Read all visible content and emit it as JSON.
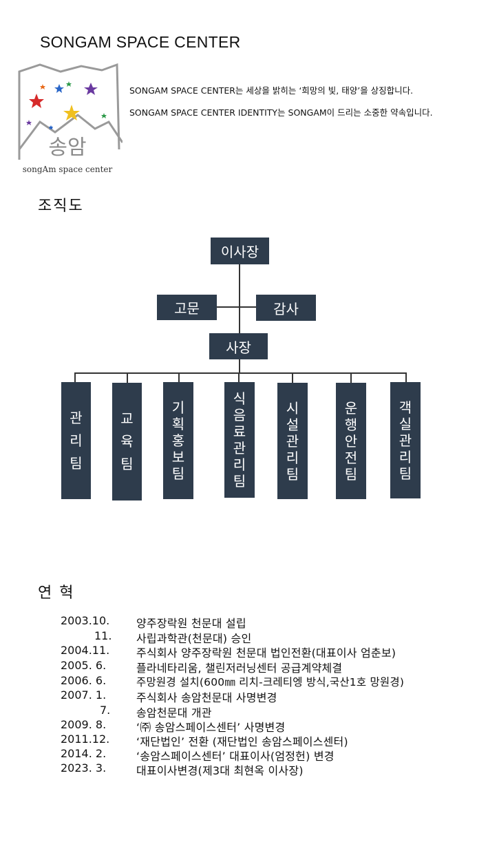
{
  "brand": {
    "title": "SONGAM SPACE CENTER"
  },
  "logo": {
    "hangul": "송암",
    "caption": "songAm space center"
  },
  "intro": [
    "SONGAM SPACE CENTER는 세상을 밝히는 ‘희망의 빛, 태양’을 상징합니다.",
    "SONGAM SPACE CENTER IDENTITY는 SONGAM이 드리는 소중한 약속입니다."
  ],
  "org": {
    "heading": "조직도",
    "chairman": "이사장",
    "advisor": "고문",
    "auditor": "감사",
    "president": "사장",
    "teams": [
      "관리팀",
      "교육팀",
      "기획홍보팀",
      "식음료관리팀",
      "시설관리팀",
      "운행안전팀",
      "객실관리팀"
    ]
  },
  "history": {
    "heading": "연 혁",
    "entries": [
      {
        "date": "2003.10.",
        "event": "양주장락원 천문대 설립"
      },
      {
        "date": "11.",
        "event": "사립과학관(천문대) 승인"
      },
      {
        "date": "2004.11.",
        "event": "주식회사 양주장락원 천문대 법인전환(대표이사 엄춘보)"
      },
      {
        "date": "2005. 6.",
        "event": "플라네타리움, 챌린저러닝센터 공급계약체결"
      },
      {
        "date": "2006. 6.",
        "event": "주망원경 설치(600㎜ 리치-크레티엥 방식,국산1호 망원경)"
      },
      {
        "date": "2007. 1.",
        "event": "주식회사 송암천문대 사명변경"
      },
      {
        "date": "7.",
        "event": " 송암천문대 개관"
      },
      {
        "date": "2009. 8.",
        "event": "‘㈜ 송암스페이스센터’ 사명변경"
      },
      {
        "date": "2011.12.",
        "event": "‘재단법인’ 전환 (재단법인 송암스페이스센터)"
      },
      {
        "date": "2014. 2.",
        "event": "‘송암스페이스센터’ 대표이사(엄정헌) 변경"
      },
      {
        "date": "2023. 3.",
        "event": "대표이사변경(제3대 최현옥 이사장)"
      }
    ]
  },
  "colors": {
    "box": "#2e3c4c",
    "line": "#333333"
  }
}
